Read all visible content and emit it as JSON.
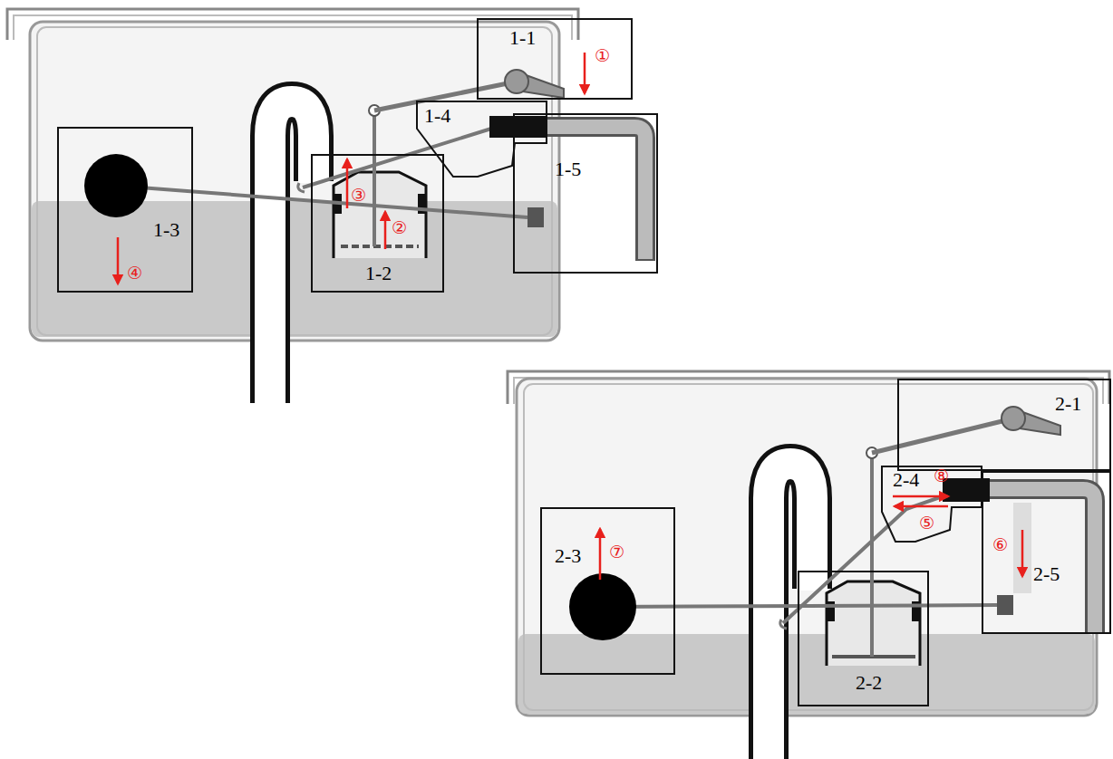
{
  "diagram": {
    "nodes": [
      {
        "text": [
          "1-1"
        ]
      },
      {
        "text": [
          "1-4"
        ]
      },
      {
        "text": [
          "1-3"
        ]
      },
      {
        "text": [
          "1-2"
        ]
      },
      {
        "text": [
          "1-5"
        ]
      },
      {
        "text": [
          "2-1"
        ]
      },
      {
        "text": [
          "2-4"
        ]
      },
      {
        "text": [
          "2-3"
        ]
      },
      {
        "text": [
          "2-2"
        ]
      },
      {
        "text": [
          "2-5"
        ]
      }
    ],
    "labels": [
      "①",
      "②",
      "③",
      "④",
      "⑤",
      "⑥",
      "⑦",
      "⑧"
    ]
  }
}
